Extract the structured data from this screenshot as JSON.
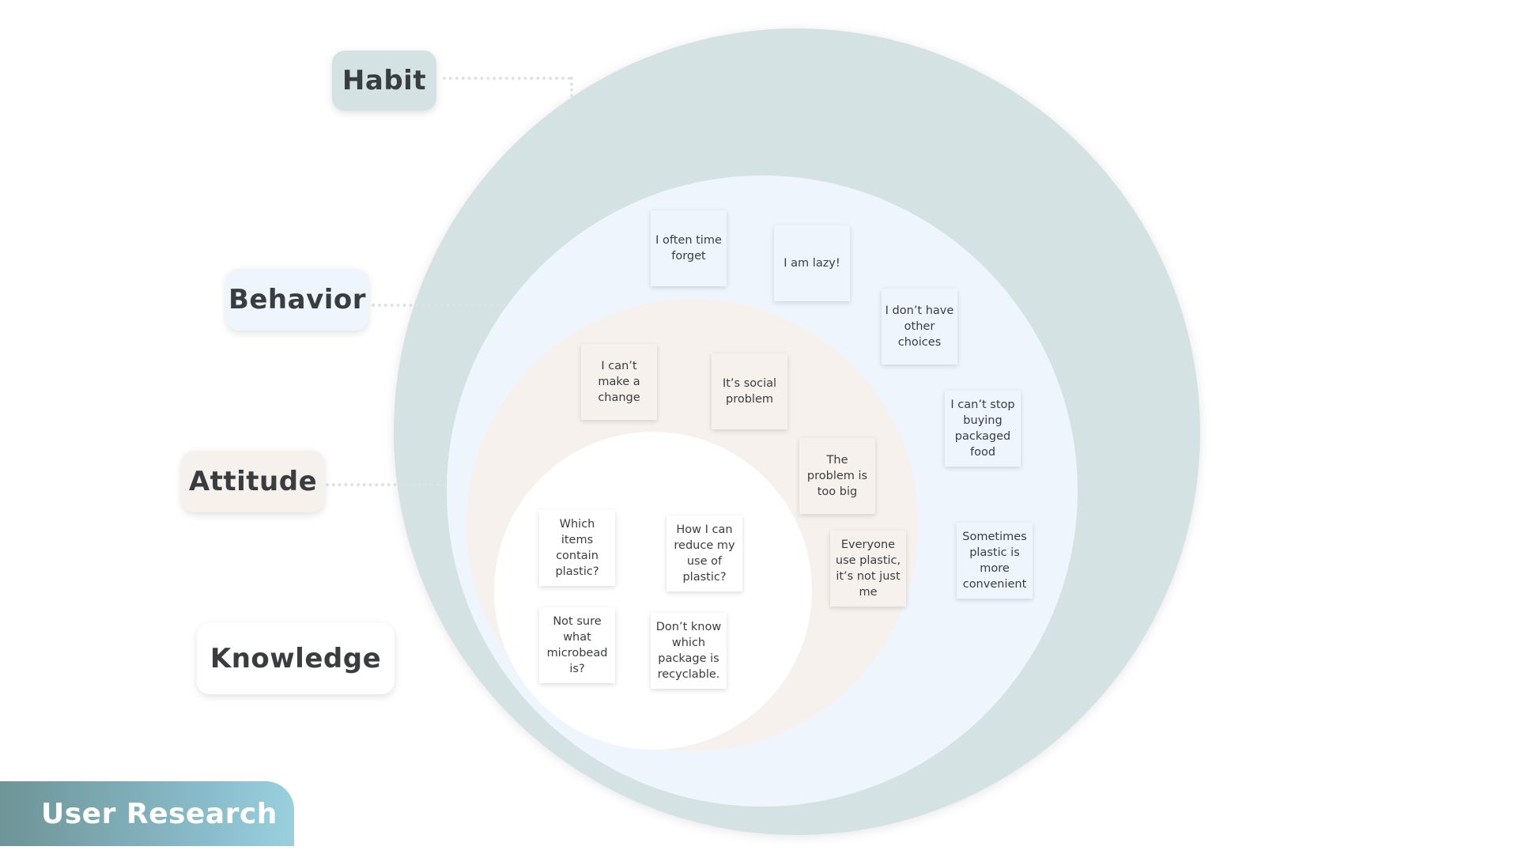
{
  "layers": {
    "habit": {
      "label": "Habit",
      "color": "#d4e2e4"
    },
    "behavior": {
      "label": "Behavior",
      "color": "#eef5fd"
    },
    "attitude": {
      "label": "Attitude",
      "color": "#f7f1ed"
    },
    "knowledge": {
      "label": "Knowledge",
      "color": "#ffffff"
    }
  },
  "notes": {
    "behavior": [
      "I often time forget",
      "I am lazy!",
      "I don’t have other choices",
      "I can’t stop buying packaged food",
      "Sometimes plastic is more convenient"
    ],
    "attitude": [
      "I can’t make a change",
      "It’s social problem",
      "The problem is too big",
      "Everyone use plastic, it’s not just me"
    ],
    "knowledge": [
      "Which items contain plastic?",
      "How I can reduce my use of plastic?",
      "Not sure what microbead is?",
      "Don’t know which package is recyclable."
    ]
  },
  "banner": {
    "title": "User Research"
  }
}
